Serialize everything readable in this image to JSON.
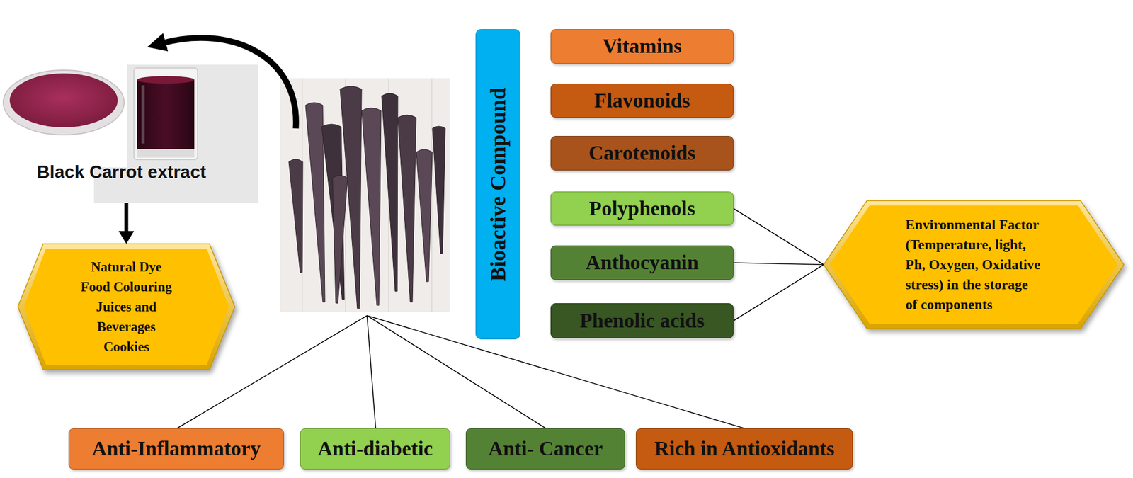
{
  "diagram": {
    "nodes": [
      {
        "text": [
          "Black Carrot extract"
        ]
      },
      {
        "text": [
          "Natural Dye Food Colouring Juices and Beverages Cookies"
        ]
      },
      {
        "text": [
          "Bioactive Compound"
        ]
      },
      {
        "text": [
          "Vitamins"
        ]
      },
      {
        "text": [
          "Flavonoids"
        ]
      },
      {
        "text": [
          "Carotenoids"
        ]
      },
      {
        "text": [
          "Polyphenols"
        ]
      },
      {
        "text": [
          "Anthocyanin"
        ]
      },
      {
        "text": [
          "Phenolic acids"
        ]
      },
      {
        "text": [
          "Environmental Factor (Temperature, light, Ph, Oxygen, Oxidative stress) in the storage of components"
        ]
      },
      {
        "text": [
          "Anti-Inflammatory"
        ]
      },
      {
        "text": [
          "Anti-diabetic"
        ]
      },
      {
        "text": [
          "Anti- Cancer"
        ]
      },
      {
        "text": [
          "Rich in Antioxidants"
        ]
      }
    ],
    "edges": [
      {
        "from": 0,
        "to": 1,
        "arrow": "to"
      },
      {
        "from": 6,
        "to": 9,
        "arrow": "none"
      },
      {
        "from": 7,
        "to": 9,
        "arrow": "none"
      },
      {
        "from": 8,
        "to": 9,
        "arrow": "none"
      }
    ]
  }
}
